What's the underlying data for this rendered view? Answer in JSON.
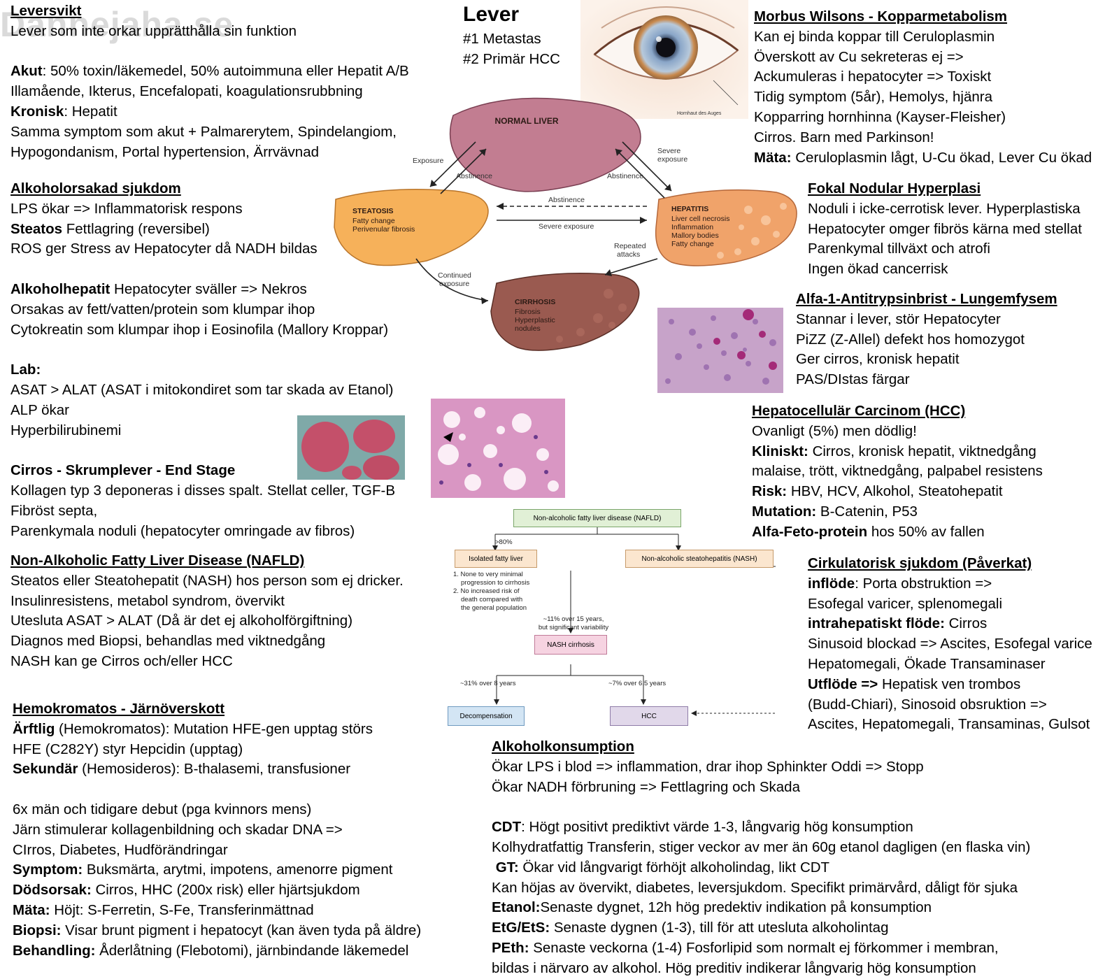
{
  "watermark": "Dannejaha.se",
  "header": {
    "title": "Lever",
    "line1": "#1 Metastas",
    "line2": "#2 Primär HCC"
  },
  "leversvikt": {
    "heading": "Leversvikt",
    "l1": "Lever som inte orkar upprätthålla sin funktion",
    "akut_label": "Akut",
    "akut_text": ": 50% toxin/läkemedel, 50% autoimmuna eller Hepatit A/B",
    "l3": "Illamående, Ikterus, Encefalopati, koagulationsrubbning",
    "kronisk_label": "Kronisk",
    "kronisk_text": ": Hepatit",
    "l5": "Samma symptom som akut + Palmarerytem, Spindelangiom,",
    "l6": "Hypogondanism, Portal hypertension, Ärrvävnad"
  },
  "alkohol": {
    "heading": "Alkoholorsakad sjukdom",
    "l1": "LPS ökar => Inflammatorisk respons",
    "steatos_label": "Steatos",
    "steatos_text": " Fettlagring (reversibel)",
    "l3": "ROS ger Stress av Hepatocyter då NADH bildas",
    "hep_label": "Alkoholhepatit",
    "hep_text": " Hepatocyter sväller => Nekros",
    "l5": "Orsakas av fett/vatten/protein som klumpar ihop",
    "l6": "Cytokreatin som klumpar ihop i Eosinofila (Mallory Kroppar)",
    "lab_label": "Lab:",
    "lab1": "ASAT > ALAT (ASAT i mitokondiret som tar skada av Etanol)",
    "lab2": "ALP ökar",
    "lab3": "Hyperbilirubinemi",
    "cirros_label": "Cirros - Skrumplever - End Stage",
    "c1": "Kollagen typ 3 deponeras i disses spalt. Stellat celler, TGF-B",
    "c2": "Fibröst septa,",
    "c3": "Parenkymala noduli (hepatocyter omringade av fibros)"
  },
  "nafld": {
    "heading": "Non-Alkoholic Fatty Liver Disease (NAFLD)",
    "l1": "Steatos eller Steatohepatit (NASH) hos person som ej dricker.",
    "l2": "Insulinresistens, metabol syndrom, övervikt",
    "l3": "Utesluta ASAT > ALAT (Då är det ej alkoholförgiftning)",
    "l4": "Diagnos med Biopsi, behandlas med viktnedgång",
    "l5": "NASH kan ge Cirros och/eller HCC"
  },
  "hemokromatos": {
    "heading": "Hemokromatos - Järnöverskott",
    "arftlig_label": "Ärftlig",
    "arftlig_text": " (Hemokromatos): Mutation HFE-gen upptag störs",
    "l2": "HFE (C282Y) styr Hepcidin (upptag)",
    "sek_label": "Sekundär",
    "sek_text": " (Hemosideros): B-thalasemi, transfusioner",
    "l4": "6x män och tidigare debut (pga kvinnors mens)",
    "l5": "Järn stimulerar kollagenbildning och skadar DNA =>",
    "l6": "CIrros, Diabetes, Hudförändringar",
    "sym_label": "Symptom:",
    "sym_text": " Buksmärta, arytmi, impotens, amenorre pigment",
    "dod_label": "Dödsorsak:",
    "dod_text": " Cirros, HHC (200x risk) eller hjärtsjukdom",
    "mata_label": "Mäta:",
    "mata_text": " Höjt: S-Ferretin, S-Fe, Transferinmättnad",
    "bio_label": "Biopsi:",
    "bio_text": " Visar brunt pigment i hepatocyt (kan även tyda på äldre)",
    "beh_label": "Behandling:",
    "beh_text": " Åderlåtning (Flebotomi), järnbindande läkemedel"
  },
  "wilson": {
    "heading": "Morbus Wilsons - Kopparmetabolism",
    "l1": "Kan ej binda koppar till Ceruloplasmin",
    "l2": "Överskott av Cu sekreteras ej =>",
    "l3": "Ackumuleras i hepatocyter => Toxiskt",
    "l4": "Tidig symptom (5år), Hemolys, hjänra",
    "l5": "Kopparring hornhinna (Kayser-Fleisher)",
    "l6": "Cirros. Barn med Parkinson!",
    "mata_label": "Mäta:",
    "mata_text": " Ceruloplasmin lågt, U-Cu ökad, Lever Cu ökad",
    "eye_caption": "Hornhaut des Auges"
  },
  "fnh": {
    "heading": "Fokal Nodular Hyperplasi",
    "l1": "Noduli i icke-cerrotisk lever. Hyperplastiska",
    "l2": "Hepatocyter omger fibrös kärna med stellat",
    "l3": "Parenkymal tillväxt och atrofi",
    "l4": "Ingen ökad cancerrisk"
  },
  "alfa1": {
    "heading": "Alfa-1-Antitrypsinbrist - Lungemfysem",
    "l1": "Stannar i lever, stör Hepatocyter",
    "l2": "PiZZ (Z-Allel) defekt hos homozygot",
    "l3": "Ger cirros, kronisk hepatit",
    "l4": "PAS/DIstas färgar"
  },
  "hcc": {
    "heading": "Hepatocellulär Carcinom (HCC)",
    "l1": "Ovanligt (5%) men dödlig!",
    "klin_label": "Kliniskt:",
    "klin_text": " Cirros, kronisk hepatit, viktnedgång",
    "l3": "malaise, trött, viktnedgång, palpabel resistens",
    "risk_label": "Risk:",
    "risk_text": " HBV, HCV, Alkohol, Steatohepatit",
    "mut_label": "Mutation:",
    "mut_text": " B-Catenin, P53",
    "afp_label": "Alfa-Feto-protein",
    "afp_text": " hos 50% av fallen"
  },
  "cirk": {
    "heading": "Cirkulatorisk sjukdom (Påverkat)",
    "in_label": "inflöde",
    "in_text": ": Porta obstruktion =>",
    "l2": "Esofegal varicer, splenomegali",
    "intra_label": "intrahepatiskt flöde:",
    "intra_text": " Cirros",
    "l4": "Sinusoid blockad => Ascites, Esofegal varice",
    "l5": "Hepatomegali, Ökade Transaminaser",
    "ut_label": "Utflöde =>",
    "ut_text": " Hepatisk ven trombos",
    "l7": "(Budd-Chiari), Sinosoid obsruktion =>",
    "l8": "Ascites, Hepatomegali, Transaminas, Gulsot"
  },
  "konsumption": {
    "heading": "Alkoholkonsumption",
    "l1": "Ökar LPS i blod => inflammation, drar ihop Sphinkter Oddi => Stopp",
    "l2": "Ökar NADH förbruning => Fettlagring och Skada",
    "cdt_label": "CDT",
    "cdt_text": ": Högt positivt prediktivt värde 1-3, långvarig hög konsumption",
    "l4": "Kolhydratfattig Transferin, stiger veckor av mer än 60g etanol dagligen (en flaska vin)",
    "gt_label": " GT:",
    "gt_text": " Ökar vid långvarigt förhöjt alkoholindag, likt CDT",
    "l6": "Kan höjas av övervikt, diabetes, leversjukdom. Specifikt primärvård, dåligt för sjuka",
    "et_label": "Etanol:",
    "et_text": "Senaste dygnet, 12h hög predektiv indikation på konsumption",
    "etg_label": "EtG/EtS:",
    "etg_text": " Senaste dygnen (1-3), till för att utesluta alkoholintag",
    "peth_label": "PEth:",
    "peth_text": " Senaste veckorna (1-4) Fosforlipid som normalt ej förkommer i membran,",
    "l10": "bildas i närvaro av alkohol. Hög preditiv indikerar långvarig hög konsumption"
  },
  "liver_diagram": {
    "normal": "NORMAL LIVER",
    "steatosis": "STEATOSIS",
    "steatosis_sub1": "Fatty change",
    "steatosis_sub2": "Perivenular fibrosis",
    "hepatitis": "HEPATITIS",
    "hepatitis_sub1": "Liver cell necrosis",
    "hepatitis_sub2": "Inflammation",
    "hepatitis_sub3": "Mallory bodies",
    "hepatitis_sub4": "Fatty change",
    "cirrhosis": "CIRRHOSIS",
    "cirrhosis_sub1": "Fibrosis",
    "cirrhosis_sub2": "Hyperplastic",
    "cirrhosis_sub3": "nodules",
    "exposure": "Exposure",
    "abstinence_l": "Abstinence",
    "severe_exposure_r1": "Severe",
    "severe_exposure_r2": "exposure",
    "abstinence_r": "Abstinence",
    "abstinence_mid": "Abstinence",
    "severe_exposure_mid": "Severe exposure",
    "repeated1": "Repeated",
    "repeated2": "attacks",
    "continued1": "Continued",
    "continued2": "exposure"
  },
  "nafld_flow": {
    "top": "Non-alcoholic fatty liver disease (NAFLD)",
    "pct80": ">80%",
    "isolated": "Isolated fatty liver",
    "nash": "Non-alcoholic steatohepatitis (NASH)",
    "note1a": "1. None to very minimal",
    "note1b": "progression to cirrhosis",
    "note2a": "2. No increased risk of",
    "note2b": "death compared with",
    "note2c": "the general population",
    "pct11a": "~11% over 15 years,",
    "pct11b": "but significant variability",
    "nash_cirrhosis": "NASH cirrhosis",
    "pct31": "~31% over 8 years",
    "pct7": "~7% over 6.5 years",
    "decomp": "Decompensation",
    "hcc": "HCC"
  }
}
